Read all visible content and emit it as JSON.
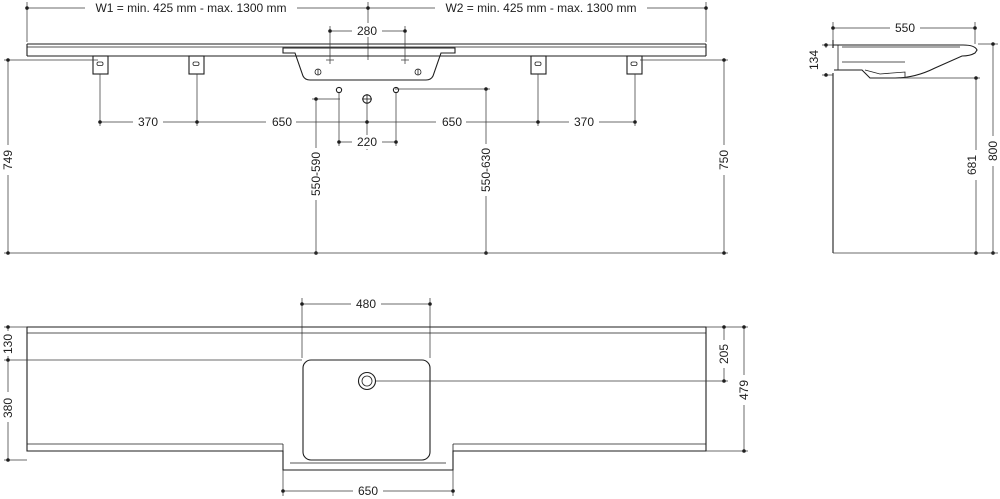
{
  "front_view": {
    "w1": "W1 = min. 425 mm - max. 1300 mm",
    "w2": "W2 = min. 425 mm - max. 1300 mm",
    "tap_spacing": "280",
    "bracket_spacing_left": "370",
    "waste_offset_left": "650",
    "waste_offset_right": "650",
    "bracket_spacing_right": "370",
    "inlet_spacing": "220",
    "left_inlet_height": "550-590",
    "right_inlet_height": "550-630",
    "overall_height_left": "749",
    "overall_height_right": "750"
  },
  "side_view": {
    "depth": "550",
    "thickness": "134",
    "underside_height": "681",
    "top_height": "800"
  },
  "plan_view": {
    "bowl_width": "480",
    "rear_margin": "130",
    "bowl_depth": "380",
    "waste_offset": "205",
    "total_depth": "479",
    "front_width": "650"
  }
}
